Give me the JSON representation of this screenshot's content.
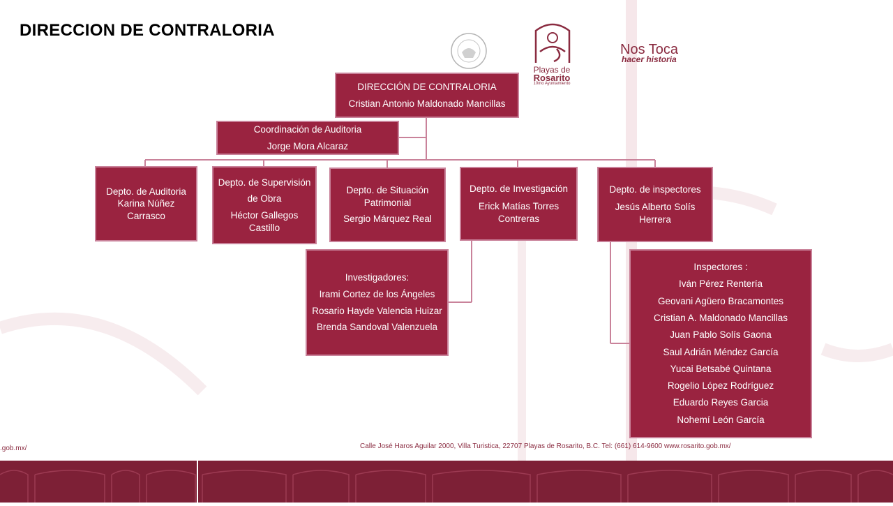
{
  "page": {
    "title": "DIRECCION DE CONTRALORIA"
  },
  "logos": {
    "municipal_name_1": "Playas de",
    "municipal_name_2": "Rosarito",
    "ayuntamiento": "10mo Ayuntamiento",
    "slogan_1": "Nos Toca",
    "slogan_2": "hacer historia"
  },
  "direccion": {
    "title": "DIRECCIÓN DE CONTRALORIA",
    "name": "Cristian Antonio Maldonado Mancillas"
  },
  "coordinacion": {
    "title": "Coordinación de Auditoria",
    "name": "Jorge Mora Alcaraz"
  },
  "deptos": {
    "auditoria": {
      "title": "Depto. de Auditoria",
      "name_1": "Karina Núñez",
      "name_2": "Carrasco"
    },
    "supervision": {
      "title_1": "Depto. de Supervisión",
      "title_2": "de Obra",
      "name_1": "Héctor Gallegos",
      "name_2": "Castillo"
    },
    "situacion": {
      "title_1": "Depto. de Situación",
      "title_2": "Patrimonial",
      "name": "Sergio Márquez Real"
    },
    "investigacion": {
      "title": "Depto. de Investigación",
      "name_1": "Erick  Matías Torres",
      "name_2": "Contreras"
    },
    "inspectores": {
      "title": "Depto. de inspectores",
      "name_1": "Jesús Alberto Solís",
      "name_2": "Herrera"
    }
  },
  "investigadores": {
    "heading": "Investigadores:",
    "members": [
      "Irami Cortez de los Ángeles",
      "Rosario Hayde Valencia Huizar",
      "Brenda Sandoval Valenzuela"
    ]
  },
  "inspectores_list": {
    "heading": "Inspectores :",
    "members": [
      "Iván Pérez Rentería",
      "Geovani Agüero Bracamontes",
      "Cristian A. Maldonado Mancillas",
      "Juan Pablo Solís Gaona",
      "Saul Adrián Méndez García",
      "Yucai Betsabé Quintana",
      "Rogelio López Rodríguez",
      "Eduardo Reyes Garcia",
      "Nohemí León García"
    ]
  },
  "footer": {
    "address": "Calle José Haros Aguilar 2000, Villa Turistica, 22707 Playas de Rosarito, B.C. Tel: (661) 614-9600  www.rosarito.gob.mx/",
    "left_fragment": ".gob.mx/"
  },
  "colors": {
    "box_fill": "#9a2340",
    "box_border": "#c9829a",
    "accent": "#7d2036"
  }
}
